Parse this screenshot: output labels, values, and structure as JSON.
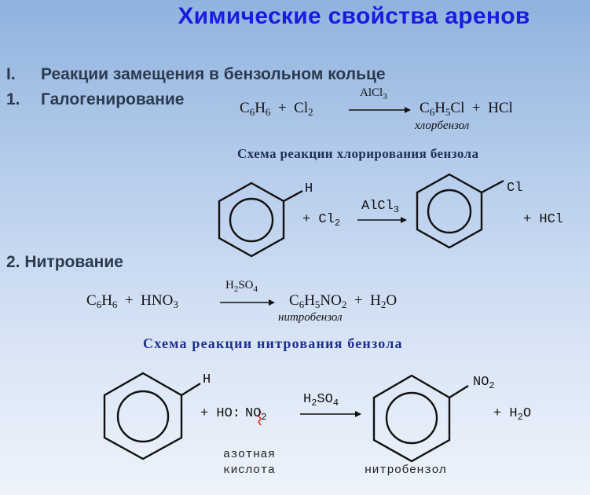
{
  "title": "Химические свойства аренов",
  "section": {
    "numeral": "I.",
    "text": "Реакции замещения в бензольном кольце"
  },
  "item1": {
    "number": "1.",
    "text": "Галогенирование"
  },
  "item2": {
    "text": "2. Нитрование"
  },
  "chlorination": {
    "reactant1": "C",
    "r1s1": "6",
    "r1m": "H",
    "r1s2": "6",
    "plus1": "+",
    "reactant2": "Cl",
    "r2s": "2",
    "catalyst": "AlCl",
    "catalyst_sub": "3",
    "product": "C",
    "ps1": "6",
    "pm": "H",
    "ps2": "5",
    "pend": "Cl",
    "plus2": "+",
    "byproduct": "HCl",
    "product_name": "хлорбензол",
    "scheme_title": "Схема реакции хлорирования бензола",
    "scheme": {
      "h_label": "H",
      "plus": "+",
      "reagent": "Cl",
      "reagent_sub": "2",
      "catalyst": "AlCl",
      "catalyst_sub": "3",
      "cl_label": "Cl",
      "plus2": "+",
      "byproduct": "HCl"
    }
  },
  "nitration": {
    "reactant1": "C",
    "r1s1": "6",
    "r1m": "H",
    "r1s2": "6",
    "plus1": "+",
    "reactant2": "HNO",
    "r2s": "3",
    "catalyst": "H",
    "c_s1": "2",
    "c_m": "SO",
    "c_s2": "4",
    "product": "C",
    "ps1": "6",
    "pm": "H",
    "ps2": "5",
    "pend": "NO",
    "ps3": "2",
    "plus2": "+",
    "byproduct": "H",
    "bs": "2",
    "bend": "O",
    "product_name": "нитробензол",
    "scheme_title": "Схема реакции нитрования бензола",
    "scheme": {
      "h_label": "H",
      "plus": "+",
      "reagent_left": "HO:",
      "reagent_right": "NO",
      "reagent_sub": "2",
      "catalyst": "H",
      "c_s1": "2",
      "c_m": "SO",
      "c_s2": "4",
      "no2_label": "NO",
      "no2_sub": "2",
      "plus2": "+",
      "byproduct": "H",
      "b_sub": "2",
      "b_end": "O",
      "acid_line1": "азотная",
      "acid_line2": "кислота",
      "product_name": "нитробензол"
    }
  }
}
